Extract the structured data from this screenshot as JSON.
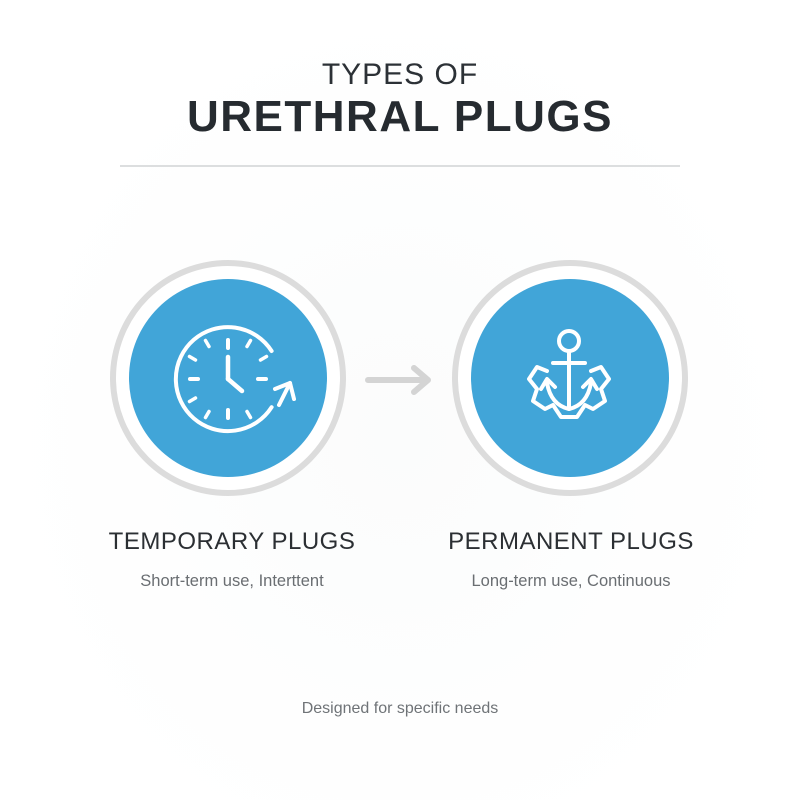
{
  "header": {
    "title_line1": "TYPES OF",
    "title_line2": "URETHRAL PLUGS"
  },
  "types": [
    {
      "label": "TEMPORARY PLUGS",
      "description": "Short-term use, Interttent",
      "icon": "clock-refresh-icon"
    },
    {
      "label": "PERMANENT PLUGS",
      "description": "Long-term use, Continuous",
      "icon": "anchor-gear-icon"
    }
  ],
  "connector_icon": "arrow-right-icon",
  "footer": {
    "note": "Designed for specific needs"
  },
  "colors": {
    "circle_fill": "#41a5d8",
    "circle_ring": "#dcdcdc",
    "icon_stroke": "#ffffff",
    "arrow": "#d4d4d4",
    "title": "#262b30"
  }
}
